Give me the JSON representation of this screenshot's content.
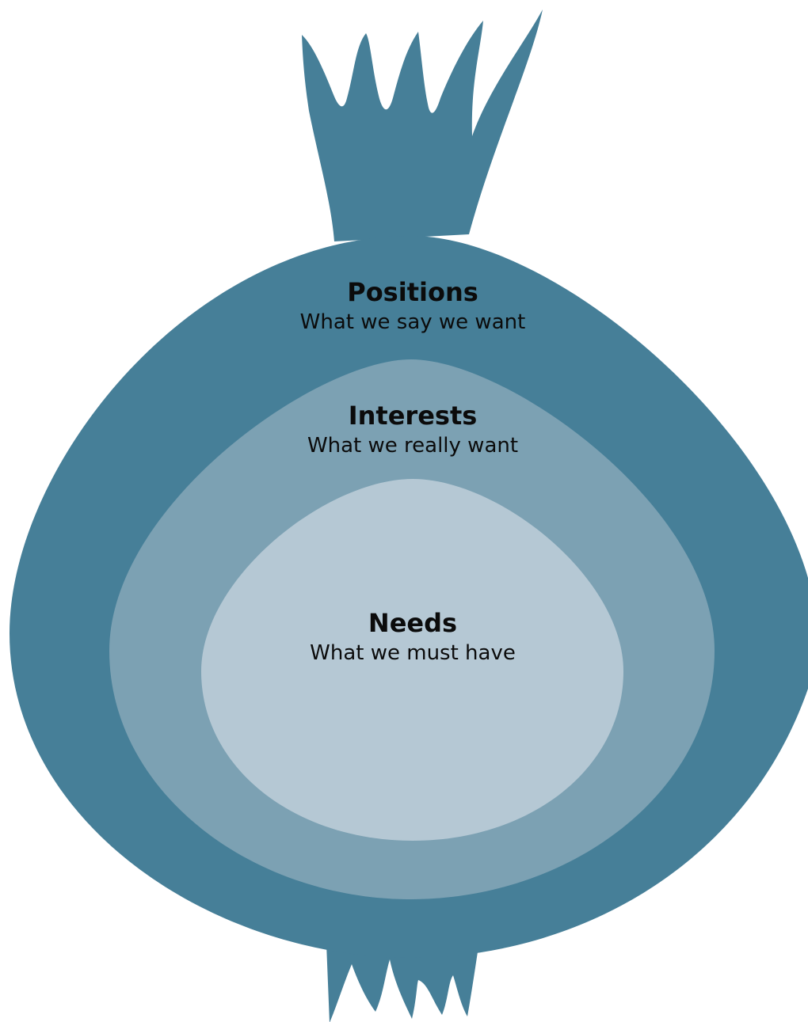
{
  "colors": {
    "outer_layer": "#467f98",
    "middle_layer": "#7ca1b3",
    "inner_layer": "#b5c8d4",
    "text": "#0b0b0b",
    "background": "#ffffff"
  },
  "onion": {
    "positions": {
      "title": "Positions",
      "subtitle": "What we say we want"
    },
    "interests": {
      "title": "Interests",
      "subtitle": "What we really want"
    },
    "needs": {
      "title": "Needs",
      "subtitle": "What we must have"
    }
  }
}
